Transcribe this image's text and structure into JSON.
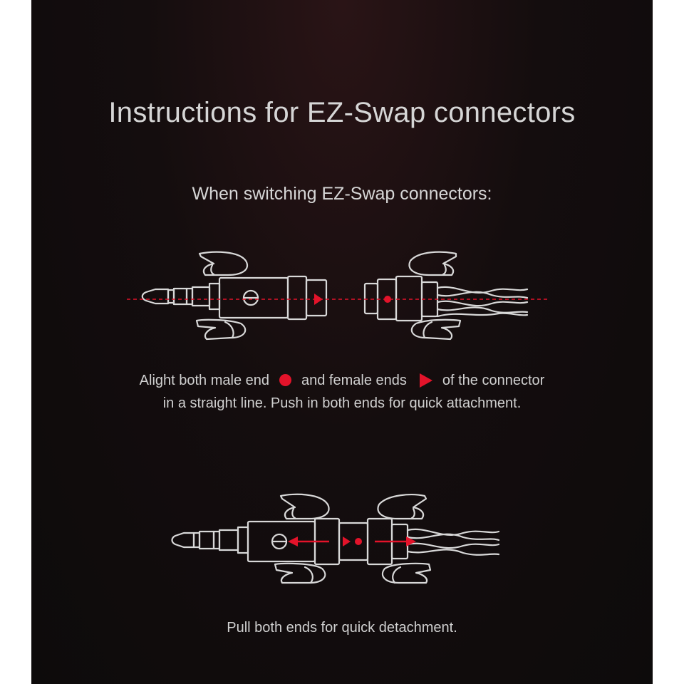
{
  "title": "Instructions for EZ-Swap connectors",
  "subtitle": "When switching EZ-Swap connectors:",
  "step1": {
    "line1_part1": "Alight both male end",
    "line1_part2": "and female ends",
    "line1_part3": "of the connector",
    "line2": "in a straight line. Push in both ends for quick attachment.",
    "male_marker_icon": "red-dot-icon",
    "female_marker_icon": "red-triangle-icon"
  },
  "step2": {
    "caption": "Pull both ends for quick detachment."
  },
  "colors": {
    "background": "#0d0b0b",
    "text": "#d6d6d6",
    "accent_red": "#e3132a",
    "line_art": "#d8d8d8"
  }
}
